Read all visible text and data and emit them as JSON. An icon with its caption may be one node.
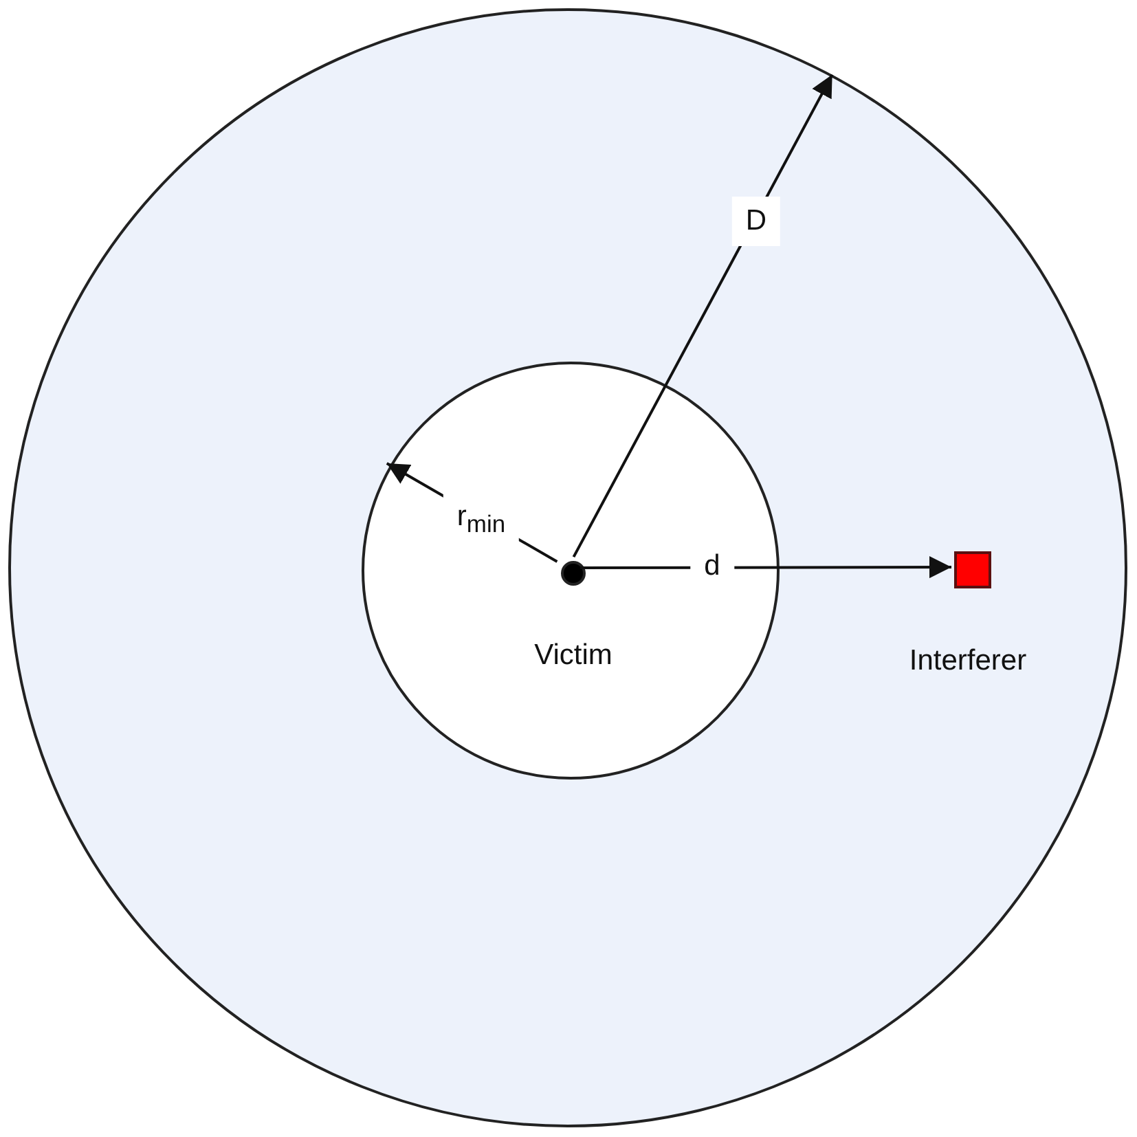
{
  "diagram": {
    "nodes": [
      {
        "text": [],
        "shape": "circle"
      },
      {
        "text": [
          "Victim"
        ],
        "in": 0
      },
      {
        "text": [],
        "shape": "circle",
        "in": 1
      },
      {
        "text": [],
        "shape": "box",
        "in": 0,
        "beside": [
          "Interferer"
        ]
      }
    ],
    "edges": [
      {
        "from": 2,
        "to": 0,
        "arrow": "to",
        "label": "D"
      },
      {
        "from": 2,
        "to": 1,
        "arrow": "to",
        "label": "r$_{min}$"
      },
      {
        "from": 2,
        "to": 3,
        "arrow": "to",
        "label": "d"
      }
    ]
  }
}
